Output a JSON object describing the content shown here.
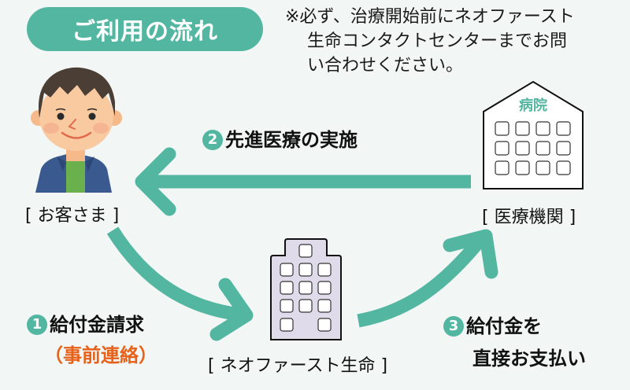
{
  "title": "ご利用の流れ",
  "note": {
    "lines": [
      "※必ず、治療開始前にネオファースト",
      "生命コンタクトセンターまでお問",
      "い合わせください。"
    ]
  },
  "actors": {
    "customer": {
      "label": "[ お客さま ]",
      "icon": "person-icon"
    },
    "hospital": {
      "label": "[ 医療機関 ]",
      "sign": "病院",
      "icon": "hospital-icon"
    },
    "insurer": {
      "label": "[ ネオファースト生命 ]",
      "icon": "office-building-icon"
    }
  },
  "steps": [
    {
      "number": "1",
      "text": "給付金請求",
      "subtext": "（事前連絡）"
    },
    {
      "number": "2",
      "text": "先進医療の実施"
    },
    {
      "number": "3",
      "text_lines": [
        "給付金を",
        "直接お支払い"
      ]
    }
  ],
  "colors": {
    "accent": "#52b6a0",
    "highlight": "#e8611a",
    "background": "#f2f7f5",
    "building": "#e0dbeb"
  }
}
